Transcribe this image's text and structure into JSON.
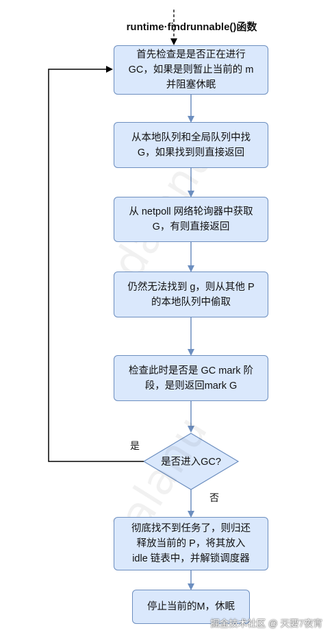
{
  "title": "runtime·findrunnable()函数",
  "steps": [
    {
      "lines": [
        "首先检查是是否正在进行",
        "GC，如果是则暂止当前的 m",
        "并阻塞休眠"
      ]
    },
    {
      "lines": [
        "从本地队列和全局队列中找",
        "G，如果找到则直接返回"
      ]
    },
    {
      "lines": [
        "从 netpoll 网络轮询器中获取",
        "G，有则直接返回"
      ]
    },
    {
      "lines": [
        "仍然无法找到 g，则从其他 P",
        "的本地队列中偷取"
      ]
    },
    {
      "lines": [
        "检查此时是否是 GC mark 阶",
        "段，是则返回mark G"
      ]
    },
    {
      "lines": [
        "彻底找不到任务了，则归还",
        "释放当前的 P，将其放入",
        "idle 链表中，并解锁调度器"
      ]
    },
    {
      "lines": [
        "停止当前的M，休眠"
      ]
    }
  ],
  "decision": {
    "text": "是否进入GC?",
    "yes_label": "是",
    "no_label": "否"
  },
  "watermark_text": "dalanu",
  "footer": "掘金技术社区 @ 天要7夜宵",
  "colors": {
    "box_fill": "#dae8fc",
    "box_border": "#6c8ebf",
    "connector": "#6c8ebf",
    "loop_line": "#000000"
  }
}
